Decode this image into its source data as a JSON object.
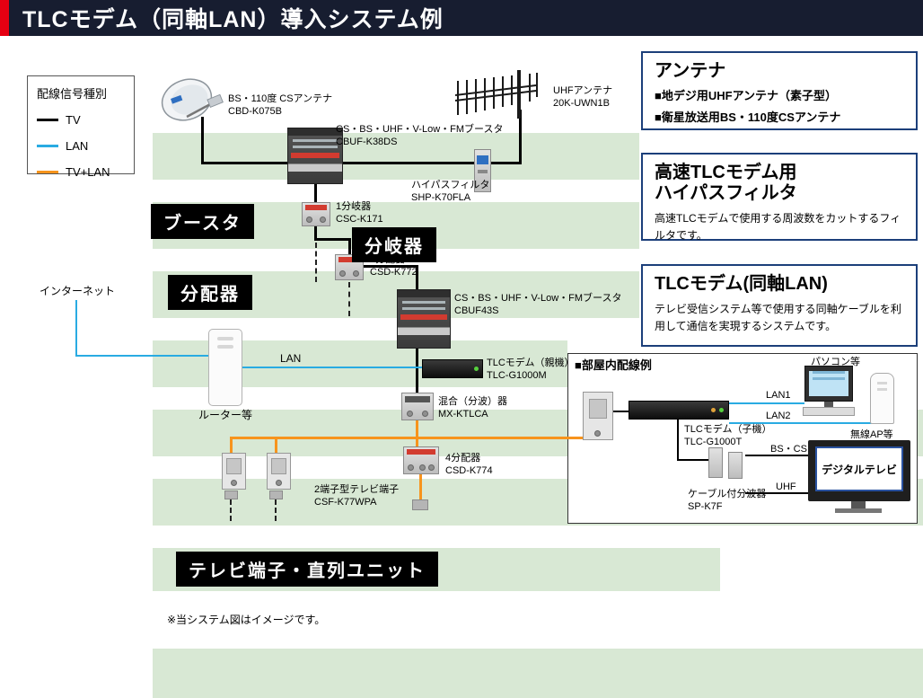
{
  "title": "TLCモデム（同軸LAN）導入システム例",
  "legend": {
    "title": "配線信号種別",
    "tv": "TV",
    "lan": "LAN",
    "tv_lan": "TV+LAN"
  },
  "section_labels": {
    "booster": "ブースタ",
    "branch": "分岐器",
    "splitter": "分配器",
    "tv_terminal": "テレビ端子・直列ユニット"
  },
  "devices": {
    "bs_cs_antenna": {
      "name": "BS・110度 CSアンテナ",
      "model": "CBD-K075B"
    },
    "uhf_antenna": {
      "name": "UHFアンテナ",
      "model": "20K-UWN1B"
    },
    "booster_main": {
      "name": "CS・BS・UHF・V-Low・FMブースタ",
      "model": "CBUF-K38DS"
    },
    "high_pass_filter": {
      "name": "ハイパスフィルタ",
      "model": "SHP-K70FLA"
    },
    "branch_1": {
      "name": "1分岐器",
      "model": "CSC-K171"
    },
    "splitter_2": {
      "name": "2分配器",
      "model": "CSD-K772"
    },
    "booster_sub": {
      "name": "CS・BS・UHF・V-Low・FMブースタ",
      "model": "CBUF43S"
    },
    "tlc_modem_parent": {
      "name": "TLCモデム（親機）",
      "model": "TLC-G1000M"
    },
    "mixer": {
      "name": "混合（分波）器",
      "model": "MX-KTLCA"
    },
    "splitter_4": {
      "name": "4分配器",
      "model": "CSD-K774"
    },
    "tv_outlet": {
      "name": "2端子型テレビ端子",
      "model": "CSF-K77WPA"
    },
    "router": {
      "name": "ルーター等"
    },
    "internet": {
      "name": "インターネット"
    },
    "lan": "LAN"
  },
  "info_antenna": {
    "title": "アンテナ",
    "line1": "■地デジ用UHFアンテナ（素子型）",
    "line2": "■衛星放送用BS・110度CSアンテナ"
  },
  "info_hpf": {
    "title1": "高速TLCモデム用",
    "title2": "ハイパスフィルタ",
    "body": "高速TLCモデムで使用する周波数をカットするフィルタです。"
  },
  "info_tlc": {
    "title": "TLCモデム(同軸LAN)",
    "body": "テレビ受信システム等で使用する同軸ケーブルを利用して通信を実現するシステムです。"
  },
  "room": {
    "title": "■部屋内配線例",
    "tlc_modem_child": {
      "name": "TLCモデム（子機）",
      "model": "TLC-G1000T"
    },
    "lan1": "LAN1",
    "lan2": "LAN2",
    "pc": "パソコン等",
    "wireless_ap": "無線AP等",
    "bs_cs": "BS・CS",
    "uhf": "UHF",
    "cable_splitter": {
      "name": "ケーブル付分波器",
      "model": "SP-K7F"
    },
    "digital_tv": "デジタルテレビ"
  },
  "footnote": "※当システム図はイメージです。",
  "colors": {
    "tv_line": "#000000",
    "lan_line": "#29abe2",
    "tv_lan_line": "#f7941d",
    "accent_red": "#e60012",
    "header_navy": "#171d30",
    "info_border_navy": "#1c3f7a",
    "stripe_green": "#d8e8d4"
  }
}
